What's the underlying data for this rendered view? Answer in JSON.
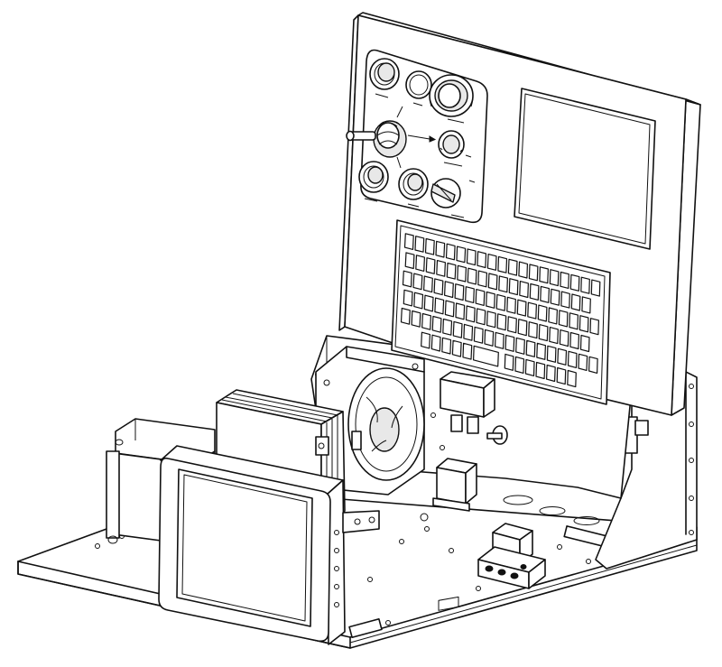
{
  "diagram": {
    "style": "isometric line drawing, black on white",
    "components": [
      {
        "id": "base_plate",
        "icon": "base-plate"
      },
      {
        "id": "control_panel",
        "icon": "panel"
      },
      {
        "id": "push_buttons",
        "count": 5,
        "icon": "push-button"
      },
      {
        "id": "joystick",
        "icon": "joystick"
      },
      {
        "id": "selector_switch",
        "icon": "rotary-switch"
      },
      {
        "id": "rotary_knob",
        "icon": "knob"
      },
      {
        "id": "panel_screen",
        "icon": "screen"
      },
      {
        "id": "membrane_keyboard",
        "icon": "keyboard",
        "rows": 6
      },
      {
        "id": "cooling_fan",
        "icon": "fan"
      },
      {
        "id": "power_supply",
        "icon": "psu"
      },
      {
        "id": "transformer",
        "icon": "transformer"
      },
      {
        "id": "front_monitor",
        "icon": "monitor"
      },
      {
        "id": "relays",
        "count": 2,
        "icon": "relay"
      },
      {
        "id": "terminal_block",
        "icon": "terminal-block"
      },
      {
        "id": "side_bracket",
        "icon": "bracket"
      }
    ]
  }
}
